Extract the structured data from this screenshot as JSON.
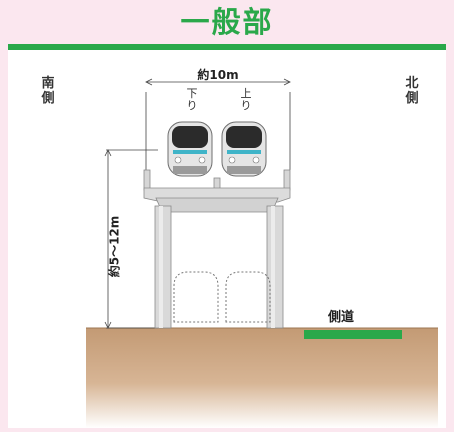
{
  "title": "一般部",
  "labels": {
    "south": "南側",
    "north": "北側",
    "width": "約10m",
    "height": "約5～12m",
    "down_track": "下り",
    "up_track": "上り",
    "side_road": "側道"
  },
  "colors": {
    "accent_green": "#2aa84a",
    "panel_pink": "#fbe7ef",
    "ground_brown": "#c9a27e",
    "structure_gray": "#d9d9d9"
  }
}
